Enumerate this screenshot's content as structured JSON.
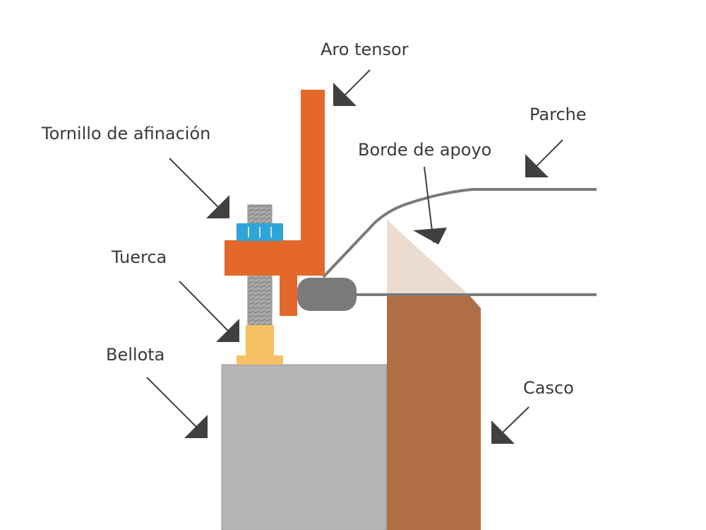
{
  "labels": {
    "aro_tensor": "Aro tensor",
    "tornillo": "Tornillo de afinación",
    "parche": "Parche",
    "borde": "Borde de apoyo",
    "tuerca": "Tuerca",
    "bellota": "Bellota",
    "casco": "Casco"
  },
  "colors": {
    "hoop": "#e3682a",
    "shell": "#b06e47",
    "lug": "#b4b4b4",
    "bearing_edge": "#ecdbd0",
    "nut": "#2ea5d7",
    "acorn": "#f6c065",
    "screw": "#a5a5a5",
    "drumhead": "#7a7a7a",
    "arrow": "#404040"
  }
}
